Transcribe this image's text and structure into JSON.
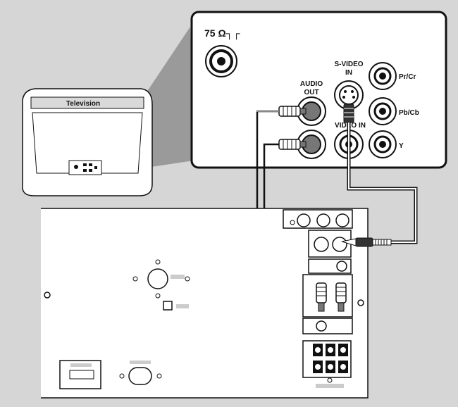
{
  "tv": {
    "label": "Television"
  },
  "panel": {
    "impedance": "75 Ω┐┌",
    "audio_out_1": "AUDIO",
    "audio_out_2": "OUT",
    "svideo_1": "S-VIDEO",
    "svideo_2": "IN",
    "video_in": "VIDEO IN",
    "pr_cr": "Pr/Cr",
    "pb_cb": "Pb/Cb",
    "y": "Y"
  },
  "colors": {
    "background": "#d6d6d6",
    "line": "#111111",
    "panel": "#ffffff",
    "cone": "#9a9a9a"
  }
}
